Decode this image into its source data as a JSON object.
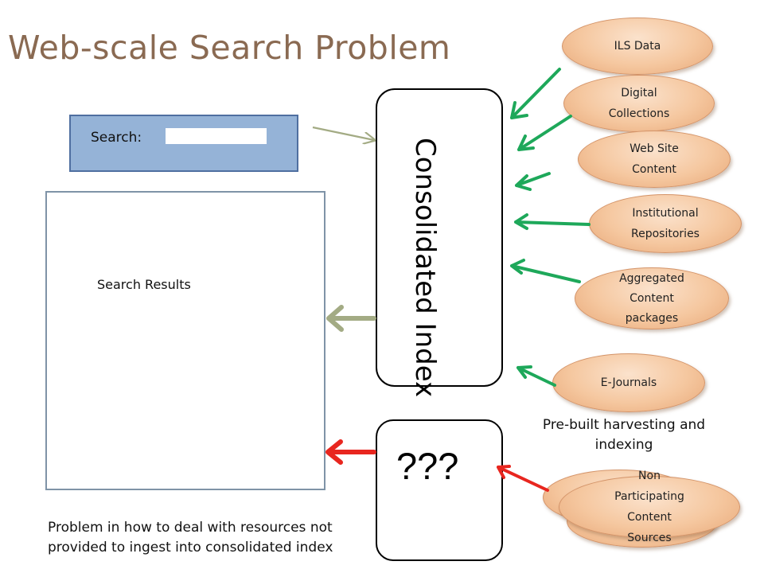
{
  "title": "Web-scale Search Problem",
  "search": {
    "label": "Search:",
    "value": ""
  },
  "results": {
    "label": "Search Results"
  },
  "index": {
    "label": "Consolidated Index"
  },
  "unknown": {
    "label": "???"
  },
  "sources": [
    "ILS Data",
    "Digital Collections",
    "Web Site Content",
    "Institutional Repositories",
    "Aggregated Content packages",
    "E-Journals"
  ],
  "nonparticipating": "Non Participating Content Sources",
  "captions": {
    "prebuilt": "Pre-built harvesting and indexing",
    "problem": "Problem in how to deal with resources not provided to ingest into consolidated index"
  },
  "colors": {
    "title": "#8a6a52",
    "green_arrow": "#1ea85a",
    "olive_arrow": "#a3ab84",
    "red_arrow": "#e8261f",
    "oval_fill": "#f5c79f"
  }
}
